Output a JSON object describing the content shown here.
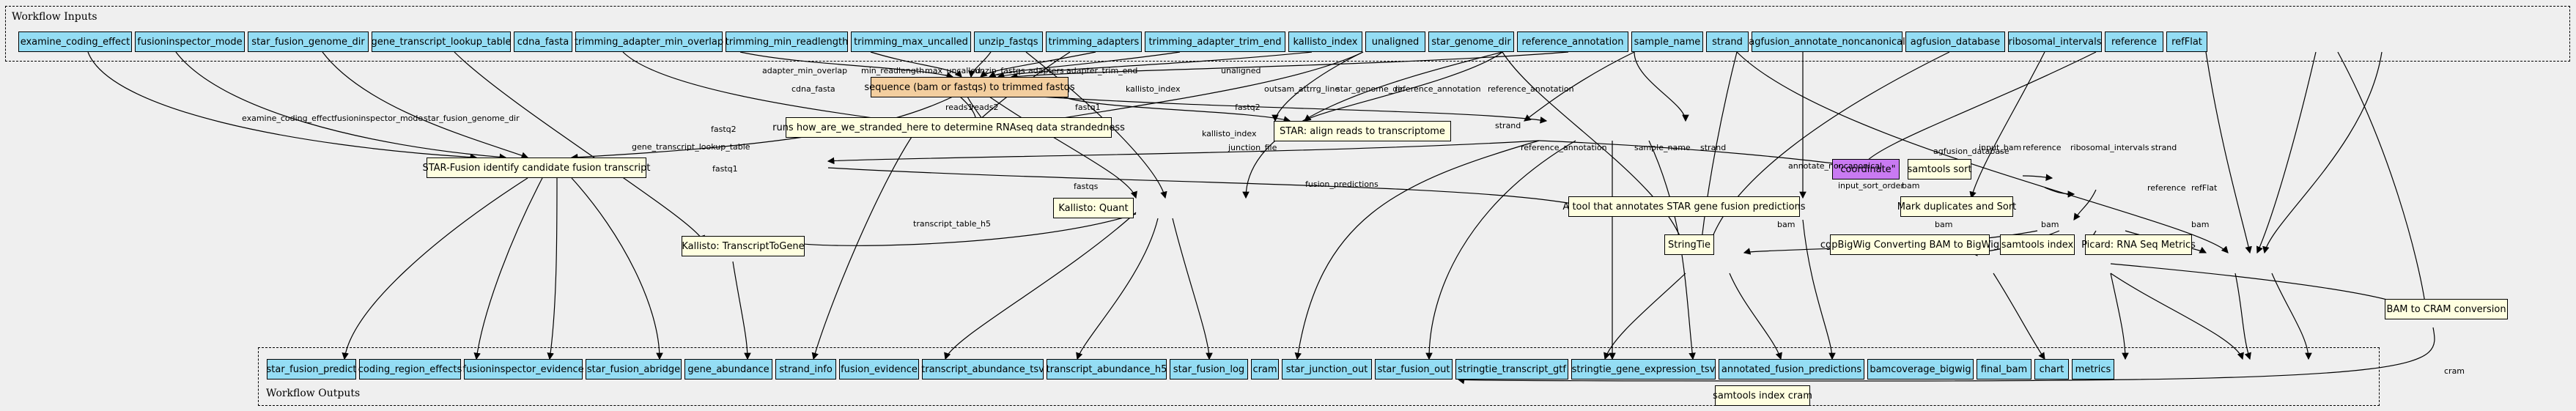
{
  "clusters": {
    "inputs_title": "Workflow Inputs",
    "outputs_title": "Workflow Outputs"
  },
  "inputs": [
    "examine_coding_effect",
    "fusioninspector_mode",
    "star_fusion_genome_dir",
    "gene_transcript_lookup_table",
    "cdna_fasta",
    "trimming_adapter_min_overlap",
    "trimming_min_readlength",
    "trimming_max_uncalled",
    "unzip_fastqs",
    "trimming_adapters",
    "trimming_adapter_trim_end",
    "kallisto_index",
    "unaligned",
    "star_genome_dir",
    "reference_annotation",
    "sample_name",
    "strand",
    "agfusion_annotate_noncanonical",
    "agfusion_database",
    "ribosomal_intervals",
    "reference",
    "refFlat"
  ],
  "outputs": [
    "star_fusion_predict",
    "coding_region_effects",
    "fusioninspector_evidence",
    "star_fusion_abridge",
    "gene_abundance",
    "strand_info",
    "fusion_evidence",
    "transcript_abundance_tsv",
    "transcript_abundance_h5",
    "star_fusion_log",
    "cram",
    "star_junction_out",
    "star_fusion_out",
    "stringtie_transcript_gtf",
    "stringtie_gene_expression_tsv",
    "annotated_fusion_predictions",
    "bamcoverage_bigwig",
    "final_bam",
    "chart",
    "metrics"
  ],
  "steps": {
    "trim": "sequence (bam or fastqs) to trimmed fastqs",
    "strandedness": "runs how_are_we_stranded_here to determine RNAseq data strandedness",
    "star_align": "STAR: align reads to transcriptome",
    "star_fusion": "STAR-Fusion identify candidate fusion transcript",
    "coordinate": "\"coordinate\"",
    "samtools_sort": "samtools sort",
    "agfusion": "A tool that annotates STAR gene fusion predictions",
    "mark_dup": "Mark duplicates and Sort",
    "kallisto_quant": "Kallisto: Quant",
    "kallisto_t2g": "Kallisto: TranscriptToGene",
    "stringtie": "StringTie",
    "bigwig": "cgpBigWig Converting BAM to BigWig",
    "samtools_index": "samtools index",
    "picard": "Picard: RNA Seq Metrics",
    "bam_to_cram": "BAM to CRAM conversion",
    "index_cram": "samtools index cram"
  },
  "edge_labels": {
    "adapter_min_overlap": "adapter_min_overlap",
    "min_readlength": "min_readlength",
    "max_uncalled": "max_uncalled",
    "unzip_fastqs": "unzip_fastqs",
    "adapters": "adapters",
    "adapter_trim_end": "adapter_trim_end",
    "unaligned": "unaligned",
    "kallisto_index_a": "kallisto_index",
    "kallisto_index_b": "kallisto_index",
    "cdna_fasta": "cdna_fasta",
    "reads1": "reads1",
    "reads2": "reads2",
    "fastq1_a": "fastq1",
    "fastq2_a": "fastq2",
    "fastq1_b": "fastq1",
    "fastq2_b": "fastq2",
    "fastqs": "fastqs",
    "outsam_attrrg_line": "outsam_attrrg_line",
    "star_genome_dir": "star_genome_dir",
    "reference_annotation_a": "reference_annotation",
    "reference_annotation_b": "reference_annotation",
    "reference_annotation_c": "reference_annotation",
    "examine_coding_effect": "examine_coding_effect",
    "fusioninspector_mode": "fusioninspector_mode",
    "star_fusion_genome_dir": "star_fusion_genome_dir",
    "gene_transcript_lookup_table": "gene_transcript_lookup_table",
    "junction_file": "junction_file",
    "fusion_predictions": "fusion_predictions",
    "transcript_table_h5": "transcript_table_h5",
    "strand_a": "strand",
    "strand_b": "strand",
    "strand_c": "strand",
    "sample_name": "sample_name",
    "annotate_noncanonical": "annotate_noncanonical",
    "agfusion_database": "agfusion_database",
    "input_bam": "input_bam",
    "reference_a": "reference",
    "reference_b": "reference",
    "ribosomal_intervals": "ribosomal_intervals",
    "refFlat": "refFlat",
    "input_sort_order": "input_sort_order",
    "bam_a": "bam",
    "bam_b": "bam",
    "bam_c": "bam",
    "bam_d": "bam",
    "bam_e": "bam",
    "cram": "cram"
  }
}
